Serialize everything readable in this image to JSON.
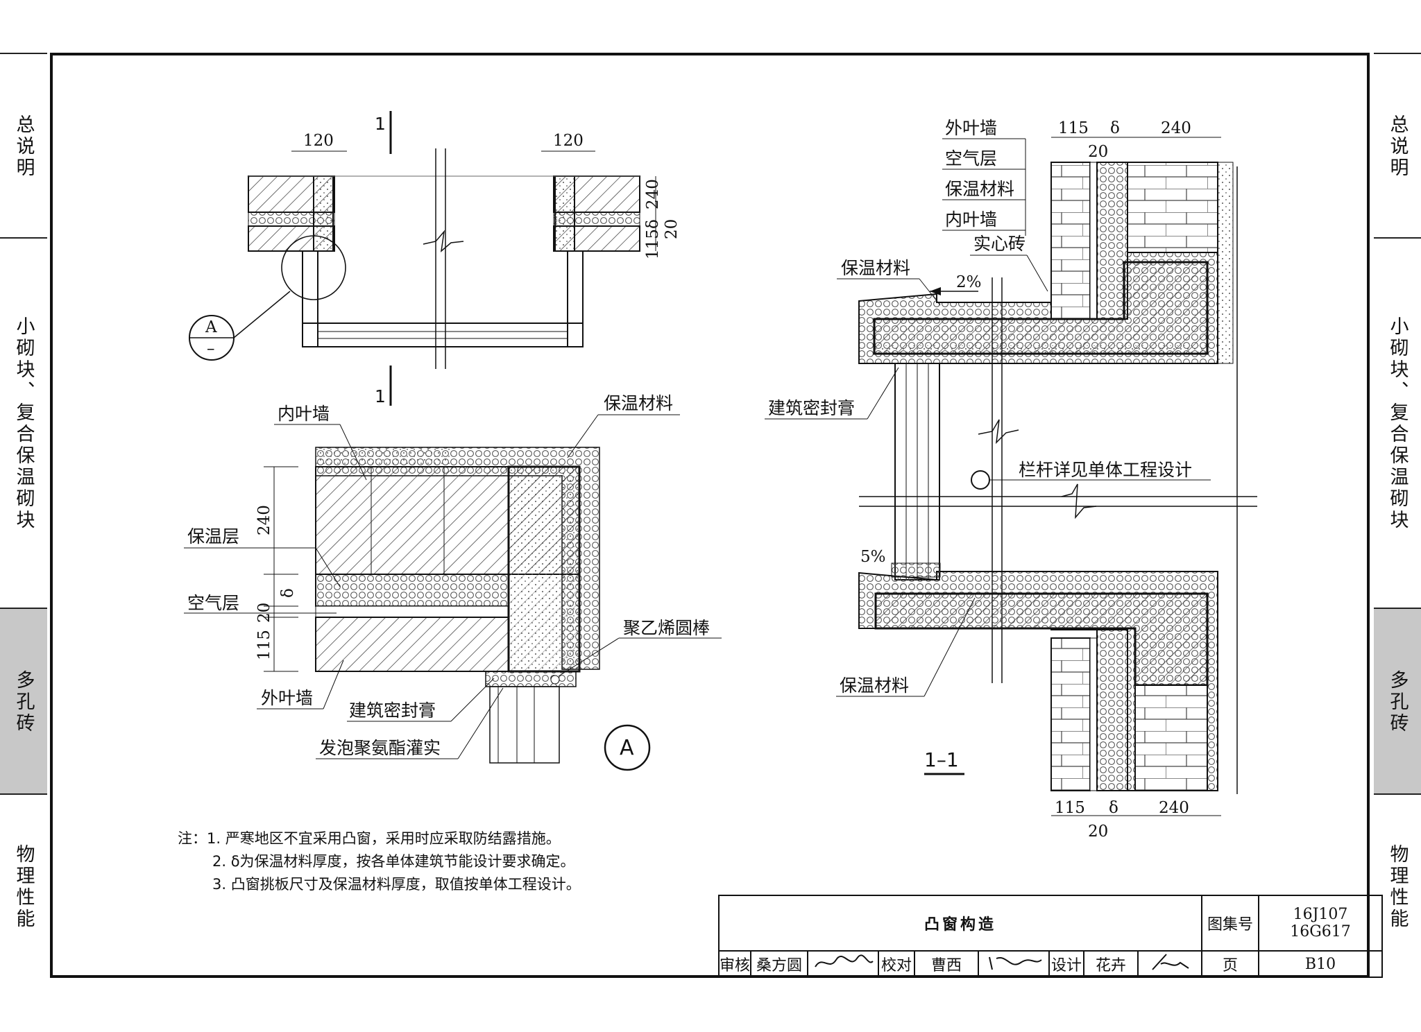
{
  "side_tabs": [
    {
      "label": "总说明",
      "active": false
    },
    {
      "label": "小砌块、复合保温砌块",
      "active": false
    },
    {
      "label": "多孔砖",
      "active": true
    },
    {
      "label": "物理性能",
      "active": false
    }
  ],
  "plan_view": {
    "section_mark": "1",
    "dim_left": "120",
    "dim_right": "120",
    "dim_240": "240",
    "dim_delta": "δ",
    "dim_20": "20",
    "dim_115": "115",
    "detail_callout": "A",
    "detail_callout_sub": "–"
  },
  "detail_a": {
    "label_inner_wall": "内叶墙",
    "label_insulation": "保温材料",
    "label_insulation_layer": "保温层",
    "label_air_layer": "空气层",
    "label_pe_rod": "聚乙烯圆棒",
    "label_outer_wall": "外叶墙",
    "label_sealant": "建筑密封膏",
    "label_foam": "发泡聚氨酯灌实",
    "dim_240": "240",
    "dim_delta": "δ",
    "dim_20": "20",
    "dim_115": "115",
    "detail_mark": "A"
  },
  "section_1_1": {
    "label_outer_wall": "外叶墙",
    "label_air_layer": "空气层",
    "label_insulation": "保温材料",
    "label_inner_wall": "内叶墙",
    "label_solid_brick": "实心砖",
    "label_insulation_top": "保温材料",
    "label_slope_top": "2%",
    "label_sealant": "建筑密封膏",
    "label_railing": "栏杆详见单体工程设计",
    "label_slope_bottom": "5%",
    "label_insulation_bottom": "保温材料",
    "section_title": "1–1",
    "dim_115": "115",
    "dim_delta": "δ",
    "dim_240": "240",
    "dim_20": "20"
  },
  "notes": [
    "注：1. 严寒地区不宜采用凸窗，采用时应采取防结露措施。",
    "2. δ为保温材料厚度，按各单体建筑节能设计要求确定。",
    "3. 凸窗挑板尺寸及保温材料厚度，取值按单体工程设计。"
  ],
  "title_block": {
    "title": "凸窗构造",
    "atlas_label": "图集号",
    "atlas_no_1": "16J107",
    "atlas_no_2": "16G617",
    "review_label": "审核",
    "review_name": "桑方圆",
    "check_label": "校对",
    "check_name": "曹西",
    "design_label": "设计",
    "design_name": "花卉",
    "page_label": "页",
    "page_no": "B10"
  }
}
